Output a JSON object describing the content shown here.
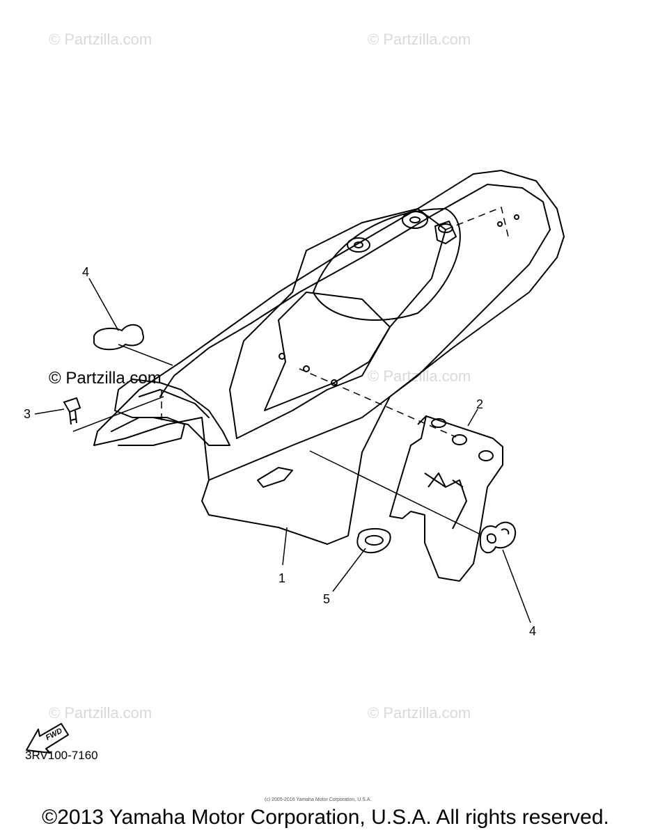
{
  "watermarks": {
    "text": "© Partzilla.com"
  },
  "callouts": {
    "part_1": "1",
    "part_2": "2",
    "part_3": "3",
    "part_4_upper": "4",
    "part_4_lower": "4",
    "part_5": "5"
  },
  "fwd_arrow": {
    "label": "FWD"
  },
  "diagram_code": "3RV100-7160",
  "tiny_credit": "(c) 2005-2016 Yamaha Motor Corporation, U.S.A.",
  "copyright": "©2013 Yamaha Motor Corporation, U.S.A. All rights reserved."
}
